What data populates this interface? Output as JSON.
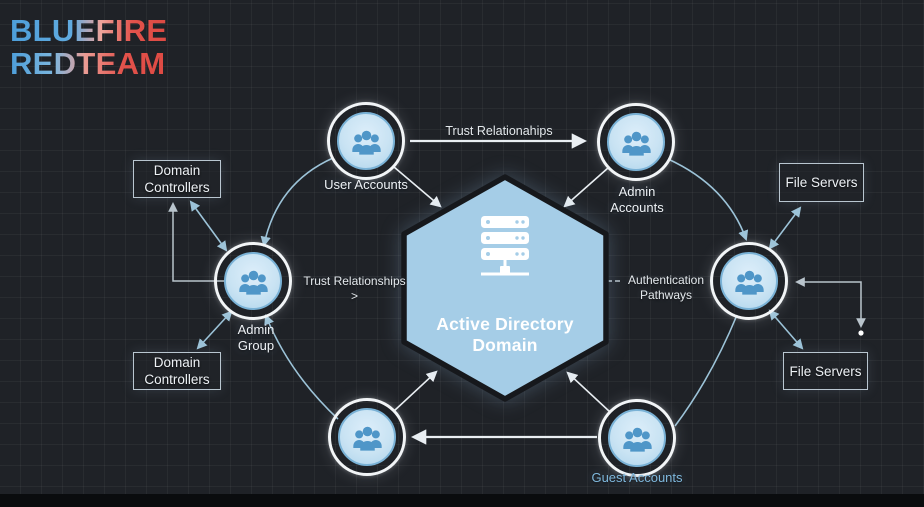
{
  "brand": {
    "line1": "BLUEFIRE",
    "line2": "REDTEAM"
  },
  "hexagon": {
    "title": "Active Directory Domain",
    "icon": "server-stack-icon"
  },
  "nodes": {
    "user_accounts": {
      "label": "User Accounts",
      "icon": "users-icon"
    },
    "admin_accounts": {
      "label": "Admin Accounts",
      "icon": "users-icon"
    },
    "admin_group": {
      "label": "Admin Group",
      "icon": "users-icon"
    },
    "right_hub": {
      "label": "",
      "icon": "users-icon"
    },
    "bottom_left_hub": {
      "label": "",
      "icon": "users-icon"
    },
    "guest_accounts": {
      "label": "Guest Accounts",
      "icon": "users-icon"
    }
  },
  "boxes": {
    "domain_controllers_top": {
      "label": "Domain Controllers"
    },
    "domain_controllers_bottom": {
      "label": "Domain Controllers"
    },
    "file_servers_top": {
      "label": "File Servers"
    },
    "file_servers_bottom": {
      "label": "File Servers"
    }
  },
  "edge_labels": {
    "trust_top": "Trust Relationahips",
    "trust_left": "Trust Relationships >",
    "auth": "Authentication Pathways"
  },
  "colors": {
    "background": "#1f2227",
    "brand_blue": "#4d9ed9",
    "brand_red": "#e2524b",
    "hex_fill": "#a5cde7",
    "hex_border": "#16181c",
    "node_fill": "#c9e3f3",
    "node_edge": "#7ab2d6",
    "icon_blue": "#4f96c8",
    "arrow_white": "#e9eef2",
    "arrow_blue": "#9cc3d8",
    "arrow_gray": "#b9c4cc",
    "label_blue": "#7fb8dd",
    "box_border": "#b9c6d0",
    "text_white": "#eef2f6"
  }
}
